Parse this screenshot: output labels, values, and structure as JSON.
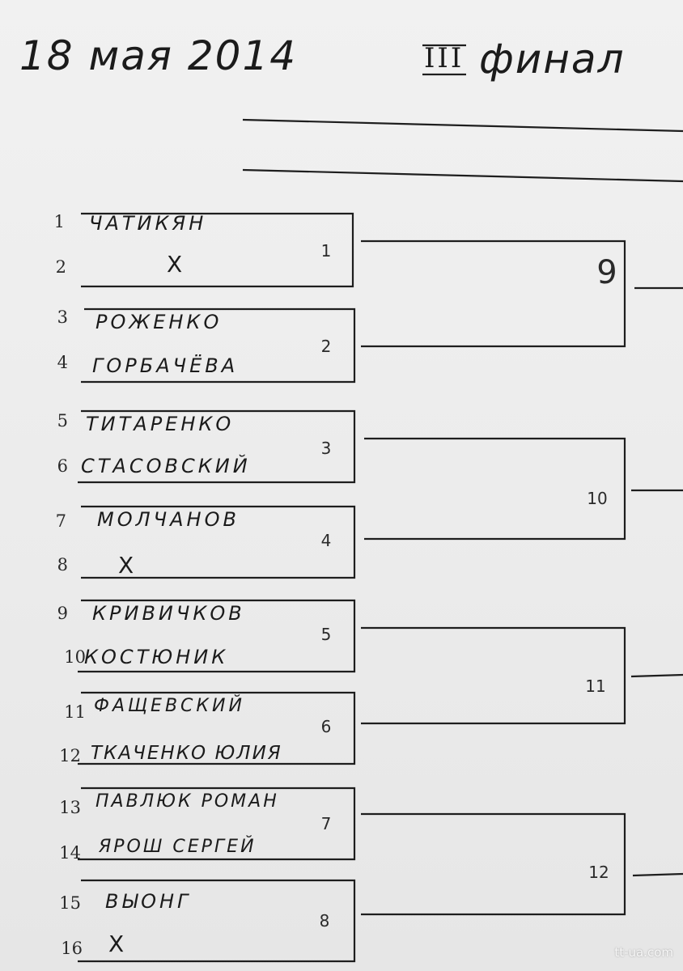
{
  "header": {
    "date": "18 мая 2014",
    "stage_numeral": "III",
    "stage_word": "финал"
  },
  "seeds": [
    "1",
    "2",
    "3",
    "4",
    "5",
    "6",
    "7",
    "8",
    "9",
    "10",
    "11",
    "12",
    "13",
    "14",
    "15",
    "16"
  ],
  "players": [
    "ЧАТИКЯН",
    "X",
    "РОЖЕНКО",
    "ГОРБАЧЁВА",
    "ТИТАРЕНКО",
    "СТАСОВСКИЙ",
    "МОЛЧАНОВ",
    "X",
    "КРИВИЧКОВ",
    "КОСТЮНИК",
    "ФАЩЕВСКИЙ",
    "ТКАЧЕНКО ЮЛИЯ",
    "ПАВЛЮК РОМАН",
    "ЯРОШ СЕРГЕЙ",
    "ВЫОНГ",
    "X"
  ],
  "first_round_matches": [
    "1",
    "2",
    "3",
    "4",
    "5",
    "6",
    "7",
    "8"
  ],
  "second_round_matches": [
    "9",
    "10",
    "11",
    "12"
  ],
  "watermark": "tt-ua.com"
}
